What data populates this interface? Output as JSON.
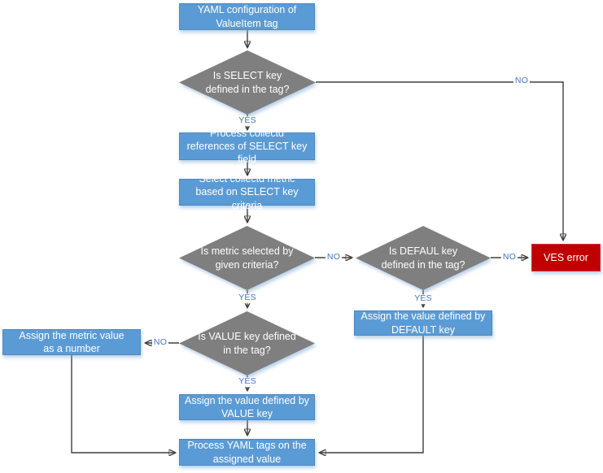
{
  "colors": {
    "process_fill": "#5B9BD5",
    "process_border": "#4A89C4",
    "decision_fill": "#7F7F7F",
    "error_fill": "#C00000",
    "error_border": "#C83232",
    "connector": "#3F3F3F",
    "edge_label": "#4472C4",
    "node_text": "#FFFFFF"
  },
  "flowchart": {
    "nodes": {
      "yaml_config": {
        "label": "YAML configuration of ValueItem tag",
        "type": "process"
      },
      "is_select_key": {
        "label": "Is SELECT key defined in the tag?",
        "type": "decision"
      },
      "process_references": {
        "label": "Process collectd references of SELECT key field",
        "type": "process"
      },
      "select_metric": {
        "label": "Select collectd metric based on SELECT key criteria",
        "type": "process"
      },
      "is_metric_selected": {
        "label": "Is metric selected by given criteria?",
        "type": "decision"
      },
      "is_default_key": {
        "label": "Is DEFAUL key defined in the tag?",
        "type": "decision"
      },
      "ves_error": {
        "label": "VES error",
        "type": "error"
      },
      "assign_default": {
        "label": "Assign the value defined by DEFAULT key",
        "type": "process"
      },
      "is_value_key": {
        "label": "Is VALUE key defined in the tag?",
        "type": "decision"
      },
      "assign_metric": {
        "label": "Assign the metric value as a number",
        "type": "process"
      },
      "assign_value": {
        "label": "Assign the value defined by VALUE key",
        "type": "process"
      },
      "process_yaml_tags": {
        "label": "Process YAML tags on the assigned value",
        "type": "process"
      }
    },
    "edge_labels": {
      "yes": "YES",
      "no": "NO"
    }
  }
}
